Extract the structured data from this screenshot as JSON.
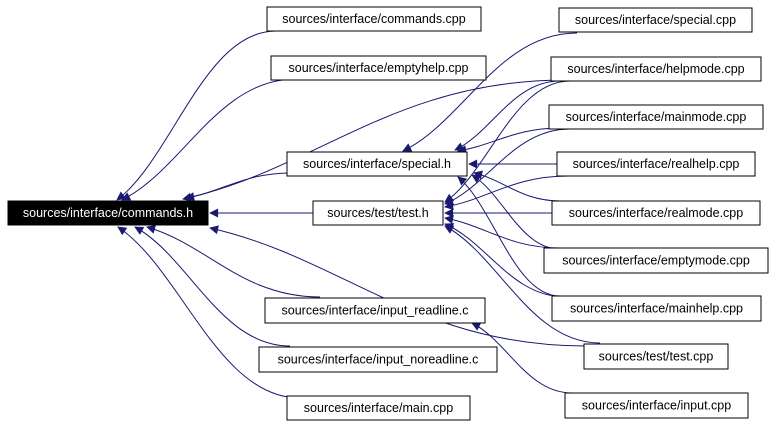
{
  "colors": {
    "edge": "#191970",
    "node_border": "#000000",
    "node_fill": "#ffffff",
    "root_fill": "#000000",
    "root_text": "#ffffff",
    "text": "#000000"
  },
  "nodes": {
    "commands_h": "sources/interface/commands.h",
    "commands_cpp": "sources/interface/commands.cpp",
    "emptyhelp_cpp": "sources/interface/emptyhelp.cpp",
    "special_h": "sources/interface/special.h",
    "test_h": "sources/test/test.h",
    "input_readline_c": "sources/interface/input_readline.c",
    "input_noreadline_c": "sources/interface/input_noreadline.c",
    "main_cpp": "sources/interface/main.cpp",
    "special_cpp": "sources/interface/special.cpp",
    "helpmode_cpp": "sources/interface/helpmode.cpp",
    "mainmode_cpp": "sources/interface/mainmode.cpp",
    "realhelp_cpp": "sources/interface/realhelp.cpp",
    "realmode_cpp": "sources/interface/realmode.cpp",
    "emptymode_cpp": "sources/interface/emptymode.cpp",
    "mainhelp_cpp": "sources/interface/mainhelp.cpp",
    "test_cpp": "sources/test/test.cpp",
    "input_cpp": "sources/interface/input.cpp"
  },
  "edges": [
    [
      "commands_cpp",
      "commands_h"
    ],
    [
      "emptyhelp_cpp",
      "commands_h"
    ],
    [
      "helpmode_cpp",
      "commands_h"
    ],
    [
      "special_h",
      "commands_h"
    ],
    [
      "test_h",
      "commands_h"
    ],
    [
      "input_readline_c",
      "commands_h"
    ],
    [
      "input_noreadline_c",
      "commands_h"
    ],
    [
      "main_cpp",
      "commands_h"
    ],
    [
      "test_cpp",
      "commands_h"
    ],
    [
      "special_cpp",
      "special_h"
    ],
    [
      "helpmode_cpp",
      "special_h"
    ],
    [
      "mainmode_cpp",
      "special_h"
    ],
    [
      "realhelp_cpp",
      "special_h"
    ],
    [
      "realmode_cpp",
      "special_h"
    ],
    [
      "emptymode_cpp",
      "special_h"
    ],
    [
      "mainhelp_cpp",
      "special_h"
    ],
    [
      "helpmode_cpp",
      "test_h"
    ],
    [
      "mainmode_cpp",
      "test_h"
    ],
    [
      "realhelp_cpp",
      "test_h"
    ],
    [
      "realmode_cpp",
      "test_h"
    ],
    [
      "emptymode_cpp",
      "test_h"
    ],
    [
      "mainhelp_cpp",
      "test_h"
    ],
    [
      "test_cpp",
      "test_h"
    ],
    [
      "input_cpp",
      "input_readline_c"
    ]
  ]
}
